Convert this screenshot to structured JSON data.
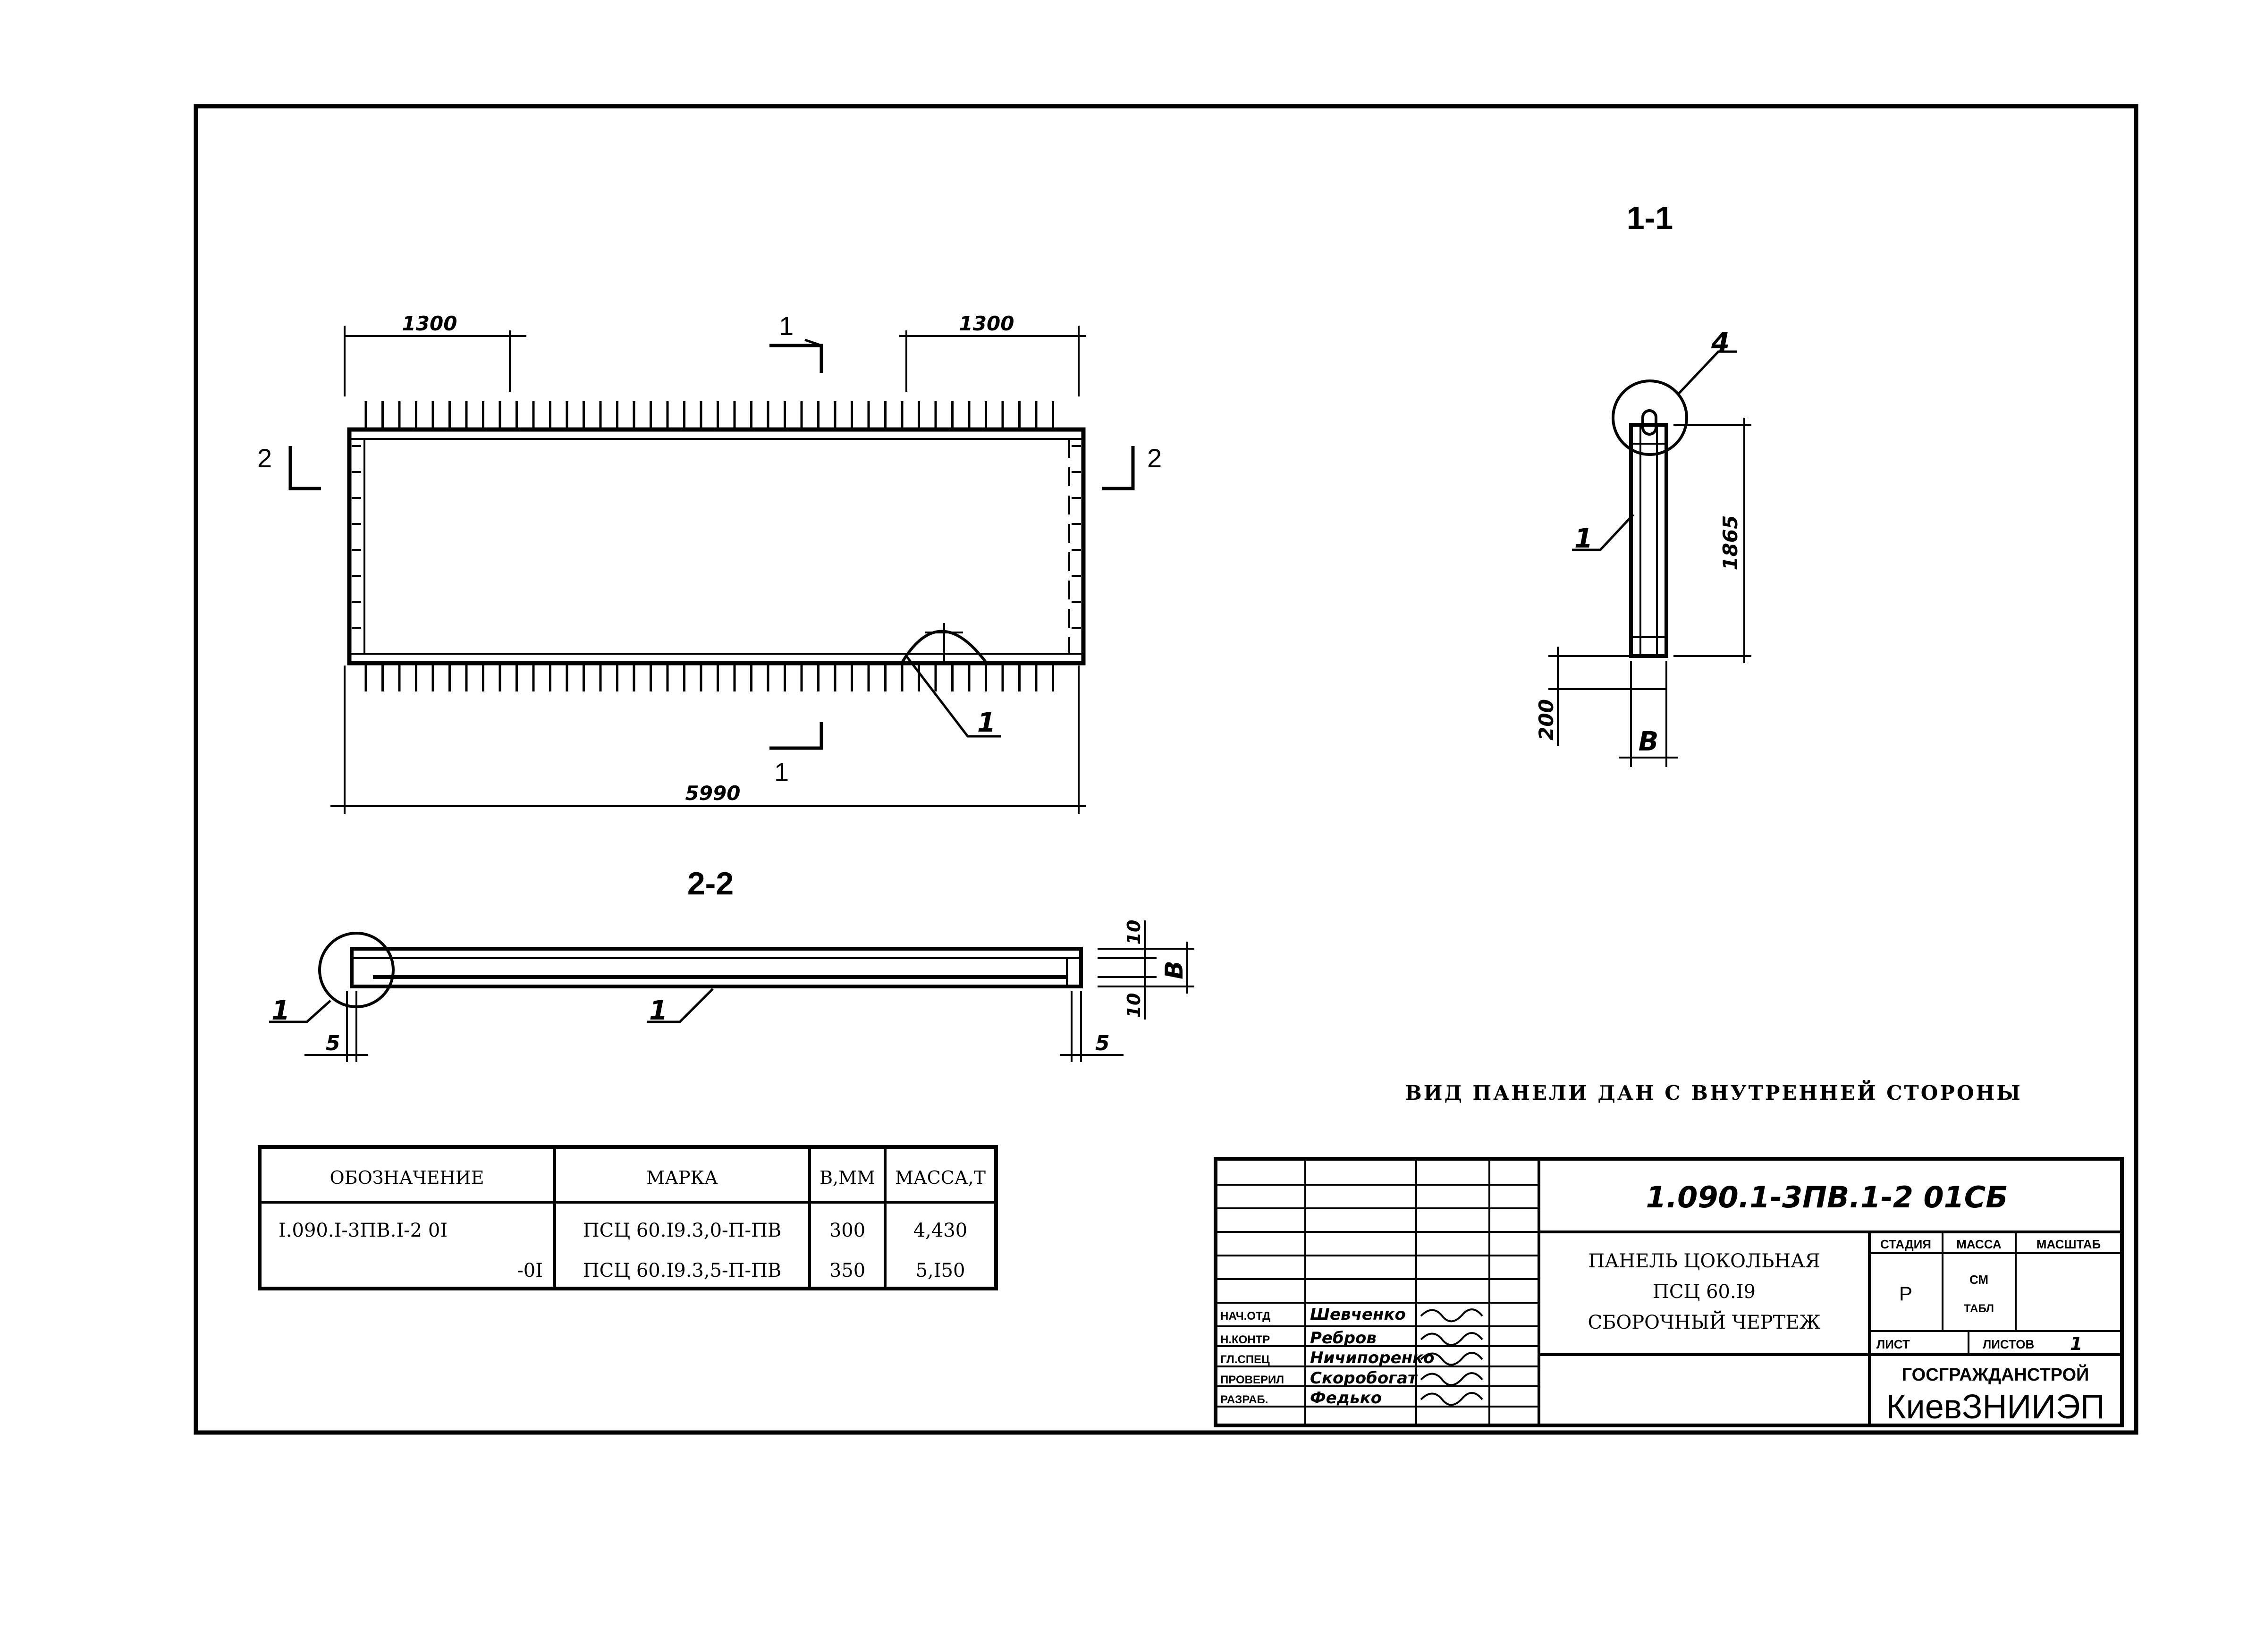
{
  "plan": {
    "dim_left": "1300",
    "dim_right": "1300",
    "dim_total": "5990",
    "cut11_top": "1",
    "cut11_bottom": "1",
    "cut22_left": "2",
    "cut22_right": "2",
    "callout_1": "1"
  },
  "section11": {
    "title": "1-1",
    "callout_4": "4",
    "callout_1": "1",
    "dim_height": "1865",
    "dim_bottom": "200",
    "dim_width": "B"
  },
  "section22": {
    "title": "2-2",
    "callout_left": "1",
    "callout_center": "1",
    "dim_top": "10",
    "dim_bottom": "10",
    "dim_width": "B",
    "dim_left_offset": "5",
    "dim_right_offset": "5"
  },
  "note": "ВИД ПАНЕЛИ ДАН С ВНУТРЕННЕЙ СТОРОНЫ",
  "spec_table": {
    "headers": [
      "ОБОЗНАЧЕНИЕ",
      "МАРКА",
      "В,ММ",
      "МАССА,Т"
    ],
    "rows": [
      [
        "I.090.I-3ПВ.I-2 0I",
        "ПСЦ 60.I9.3,0-П-ПВ",
        "300",
        "4,430"
      ],
      [
        "-0I",
        "ПСЦ 60.I9.3,5-П-ПВ",
        "350",
        "5,I50"
      ]
    ]
  },
  "title_block": {
    "code": "1.090.1-3ПВ.1-2   01СБ",
    "name_lines": [
      "ПАНЕЛЬ ЦОКОЛЬНАЯ",
      "ПСЦ 60.I9",
      "СБОРОЧНЫЙ ЧЕРТЕЖ"
    ],
    "col_stage": "СТАДИЯ",
    "col_mass": "МАССА",
    "col_scale": "МАСШТАБ",
    "stage_value": "Р",
    "mass_value_1": "СМ",
    "mass_value_2": "ТАБЛ",
    "sheet_label": "ЛИСТ",
    "sheets_label": "ЛИСТОВ",
    "sheets_value": "1",
    "org_1": "ГОСГРАЖДАНСТРОЙ",
    "org_2": "КиевЗНИИЭП",
    "staff": [
      {
        "role": "НАЧ.ОТД",
        "name": "Шевченко"
      },
      {
        "role": "Н.КОНТР",
        "name": "Ребров"
      },
      {
        "role": "ГЛ.СПЕЦ",
        "name": "Ничипоренко"
      },
      {
        "role": "ПРОВЕРИЛ",
        "name": "Скоробогат"
      },
      {
        "role": "РАЗРАБ.",
        "name": "Федько"
      }
    ]
  }
}
